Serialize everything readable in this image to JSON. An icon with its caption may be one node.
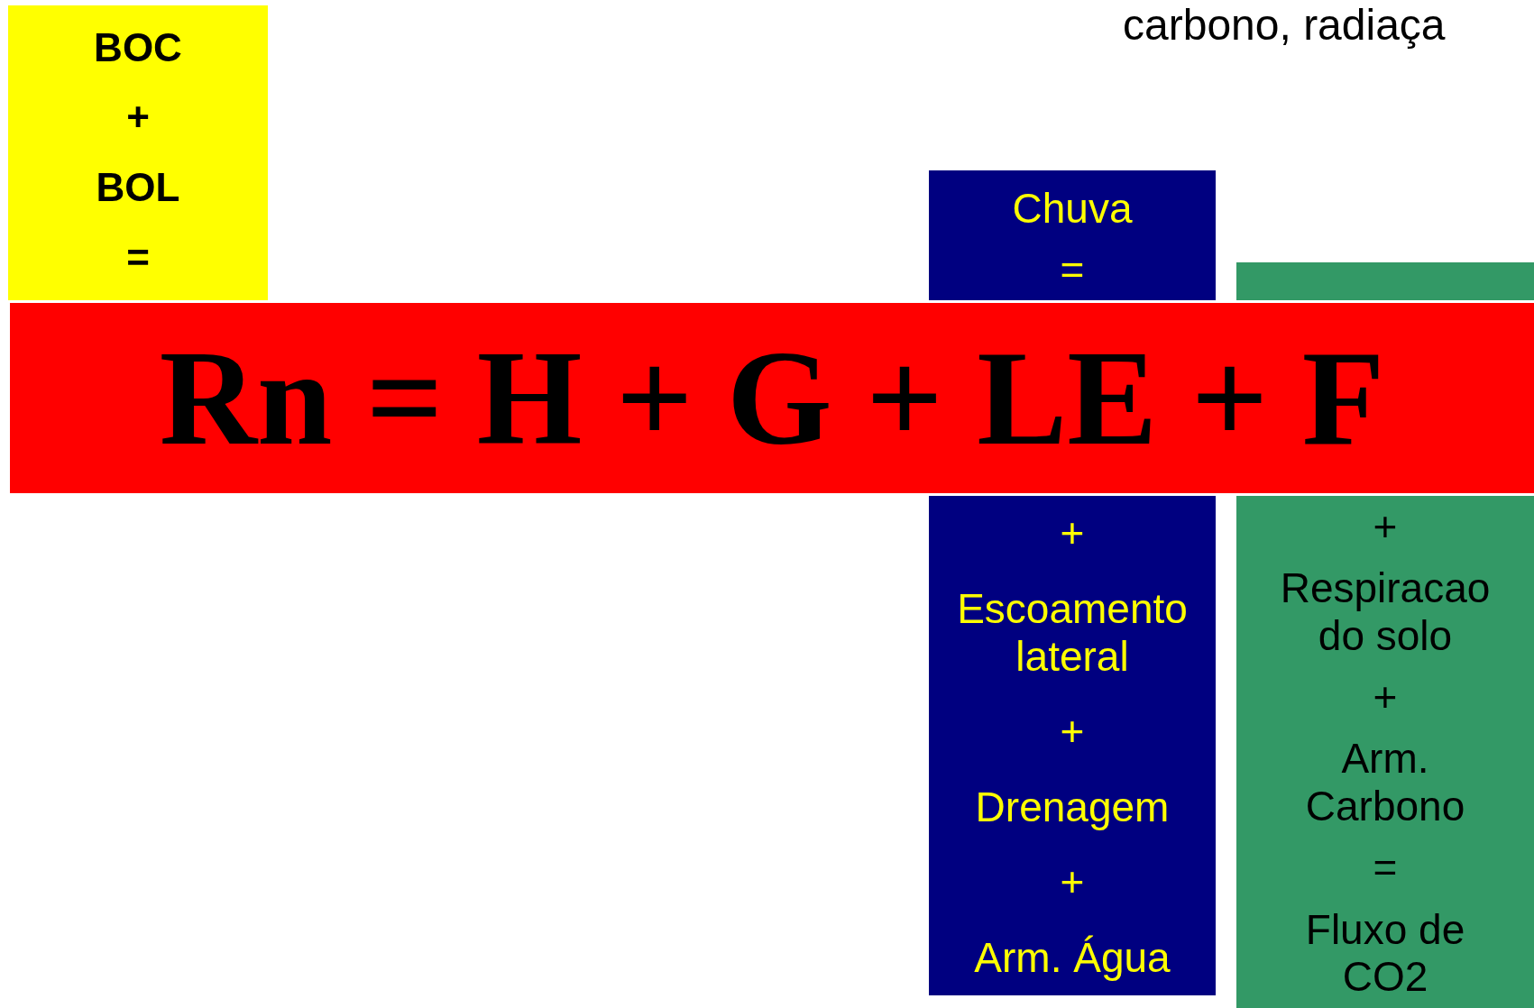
{
  "diagram": {
    "nodes": [
      {
        "text": [
          "BOC",
          "+",
          "BOL",
          "="
        ]
      },
      {
        "text": [
          "Chuva",
          "="
        ]
      },
      {
        "text": [],
        "shape": "box"
      },
      {
        "text": [
          "Rn = H + G + LE + F"
        ]
      },
      {
        "text": [
          "+",
          "Escoamento lateral",
          "+",
          "Drenagem",
          "+",
          "Arm. Água"
        ]
      },
      {
        "text": [
          "+",
          "Respiracao do solo",
          "+",
          "Arm. Carbono",
          "=",
          "Fluxo de CO2"
        ]
      }
    ],
    "labels": [
      "carbono, radiaça"
    ]
  }
}
